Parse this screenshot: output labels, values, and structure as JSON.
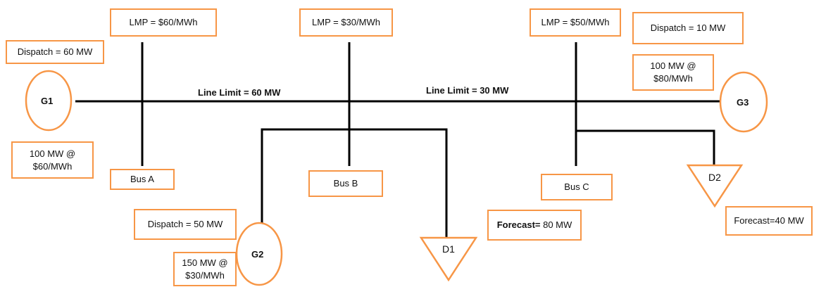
{
  "buses": {
    "a": {
      "name": "Bus A",
      "lmp": "LMP = $60/MWh"
    },
    "b": {
      "name": "Bus B",
      "lmp": "LMP = $30/MWh"
    },
    "c": {
      "name": "Bus C",
      "lmp": "LMP = $50/MWh"
    }
  },
  "lines": {
    "ab_limit": "Line Limit = 60 MW",
    "bc_limit": "Line Limit = 30 MW"
  },
  "generators": {
    "g1": {
      "name": "G1",
      "dispatch": "Dispatch = 60 MW",
      "offer_line1": "100 MW @",
      "offer_line2": "$60/MWh"
    },
    "g2": {
      "name": "G2",
      "dispatch": "Dispatch = 50 MW",
      "offer_line1": "150 MW @",
      "offer_line2": "$30/MWh"
    },
    "g3": {
      "name": "G3",
      "dispatch": "Dispatch = 10 MW",
      "offer_line1": "100 MW @",
      "offer_line2": "$80/MWh"
    }
  },
  "loads": {
    "d1": {
      "name": "D1",
      "forecast_label": "Forecast=",
      "forecast_value": " 80 MW"
    },
    "d2": {
      "name": "D2",
      "forecast": "Forecast=40 MW"
    }
  },
  "colors": {
    "accent": "#f79646",
    "line": "#000000"
  }
}
